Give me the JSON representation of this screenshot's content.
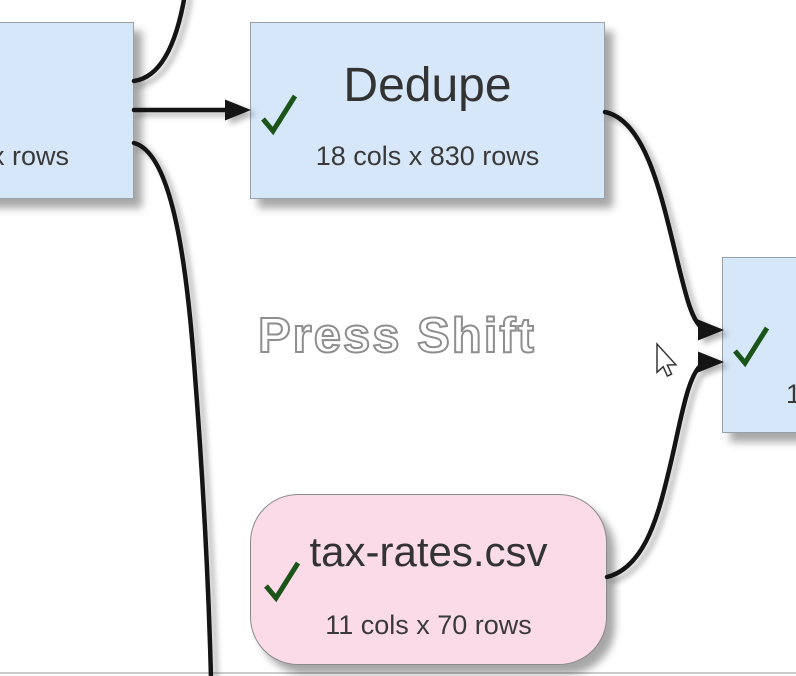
{
  "app_context": "dataflow-diagram-canvas",
  "hint": {
    "text": "Press Shift"
  },
  "nodes": {
    "left_partial": {
      "type": "transform",
      "subtitle_fragment": "x rows",
      "fill": "#d6e7fa"
    },
    "dedupe": {
      "type": "transform",
      "title": "Dedupe",
      "subtitle": "18 cols x 830 rows",
      "status": "completed",
      "fill": "#d6e7fa"
    },
    "right_partial": {
      "type": "transform",
      "subtitle_fragment": "1",
      "status": "completed",
      "fill": "#d6e7fa"
    },
    "tax_rates": {
      "type": "input-file",
      "title": "tax-rates.csv",
      "subtitle": "11 cols x 70 rows",
      "status": "completed",
      "fill": "#fadbe7"
    }
  },
  "connections": [
    {
      "from": "left_partial",
      "to": "offscreen-top"
    },
    {
      "from": "left_partial",
      "to": "dedupe"
    },
    {
      "from": "left_partial",
      "to": "offscreen-bottom"
    },
    {
      "from": "dedupe",
      "to": "right_partial"
    },
    {
      "from": "tax_rates",
      "to": "right_partial"
    }
  ],
  "colors": {
    "node_blue_fill": "#d6e7fa",
    "node_blue_border": "#98a0a8",
    "node_pink_fill": "#fadbe7",
    "node_pink_border": "#8a8a8a",
    "check_green": "#1a5418",
    "wire_black": "#141414",
    "hint_outline_gray": "#8e8e8e",
    "canvas_edge_gray": "#cccccc",
    "text_dark": "#333333"
  }
}
